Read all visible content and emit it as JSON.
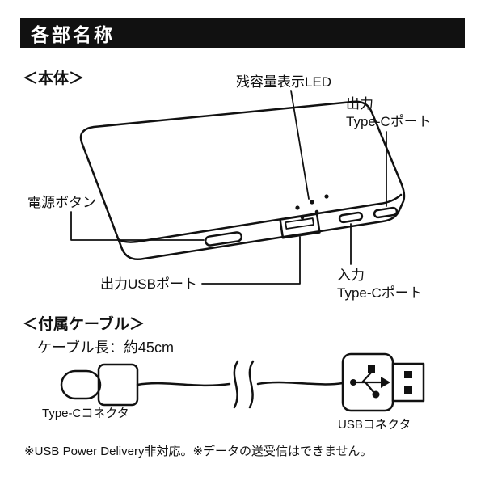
{
  "header": {
    "title": "各部名称"
  },
  "body_section": {
    "heading": "＜本体＞",
    "labels": {
      "led": "残容量表示LED",
      "output_typec_line1": "出力",
      "output_typec_line2": "Type-Cポート",
      "power_button": "電源ボタン",
      "output_usb": "出力USBポート",
      "input_typec_line1": "入力",
      "input_typec_line2": "Type-Cポート"
    }
  },
  "cable_section": {
    "heading": "＜付属ケーブル＞",
    "cable_length": "ケーブル長：約45cm",
    "labels": {
      "typec_connector": "Type-Cコネクタ",
      "usb_connector": "USBコネクタ"
    }
  },
  "footer": {
    "note": "※USB Power Delivery非対応。※データの送受信はできません。"
  },
  "colors": {
    "line": "#111111",
    "title_bar_bg": "#111111",
    "title_bar_fg": "#ffffff",
    "background": "#ffffff"
  }
}
